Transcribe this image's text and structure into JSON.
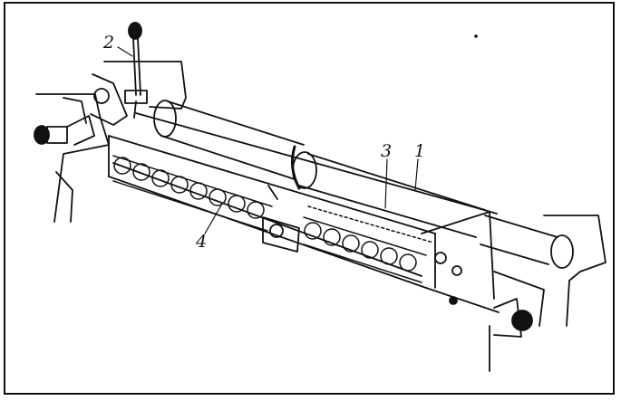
{
  "figure": {
    "callouts": {
      "c1": "1",
      "c2": "2",
      "c3": "3",
      "c4": "4"
    },
    "colors": {
      "ink": "#111111",
      "paper": "#ffffff"
    }
  }
}
